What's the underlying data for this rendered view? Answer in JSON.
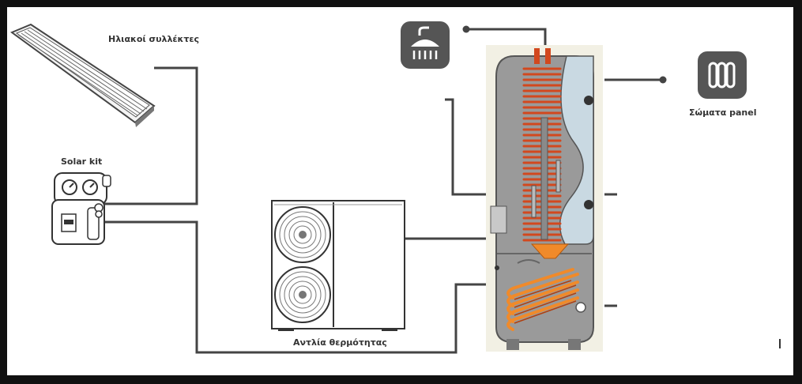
{
  "labels": {
    "solar_collectors": "Ηλιακοί συλλέκτες",
    "solar_kit": "Solar kit",
    "heat_pump": "Αντλία θερμότητας",
    "panel_radiators": "Σώματα panel"
  },
  "icons": {
    "shower": "shower-icon",
    "radiator": "radiator-icon"
  },
  "colors": {
    "background": "#111111",
    "canvas": "#ffffff",
    "pipe": "#444444",
    "icon_tile": "#555555",
    "hot_coil": "#d2481e",
    "solar_coil": "#f08a2a",
    "tank_body": "#9a9a9a",
    "water_layer": "#c9d9e2"
  }
}
